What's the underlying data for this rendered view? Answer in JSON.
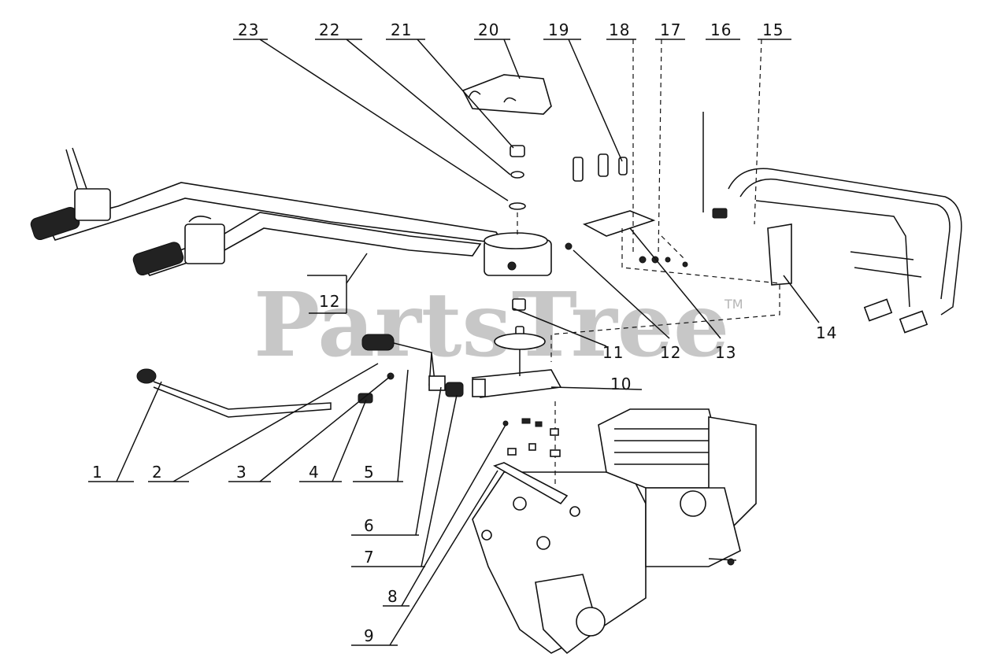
{
  "watermark": {
    "text": "PartsTree",
    "trademark": "TM"
  },
  "callouts": [
    {
      "id": "c1",
      "label": "1"
    },
    {
      "id": "c2",
      "label": "2"
    },
    {
      "id": "c3",
      "label": "3"
    },
    {
      "id": "c4",
      "label": "4"
    },
    {
      "id": "c5",
      "label": "5"
    },
    {
      "id": "c6",
      "label": "6"
    },
    {
      "id": "c7",
      "label": "7"
    },
    {
      "id": "c8",
      "label": "8"
    },
    {
      "id": "c9",
      "label": "9"
    },
    {
      "id": "c10",
      "label": "10"
    },
    {
      "id": "c11",
      "label": "11"
    },
    {
      "id": "c12a",
      "label": "12"
    },
    {
      "id": "c12b",
      "label": "12"
    },
    {
      "id": "c13",
      "label": "13"
    },
    {
      "id": "c14",
      "label": "14"
    },
    {
      "id": "c15",
      "label": "15"
    },
    {
      "id": "c16",
      "label": "16"
    },
    {
      "id": "c17",
      "label": "17"
    },
    {
      "id": "c18",
      "label": "18"
    },
    {
      "id": "c19",
      "label": "19"
    },
    {
      "id": "c20",
      "label": "20"
    },
    {
      "id": "c21",
      "label": "21"
    },
    {
      "id": "c22",
      "label": "22"
    },
    {
      "id": "c23",
      "label": "23"
    }
  ]
}
